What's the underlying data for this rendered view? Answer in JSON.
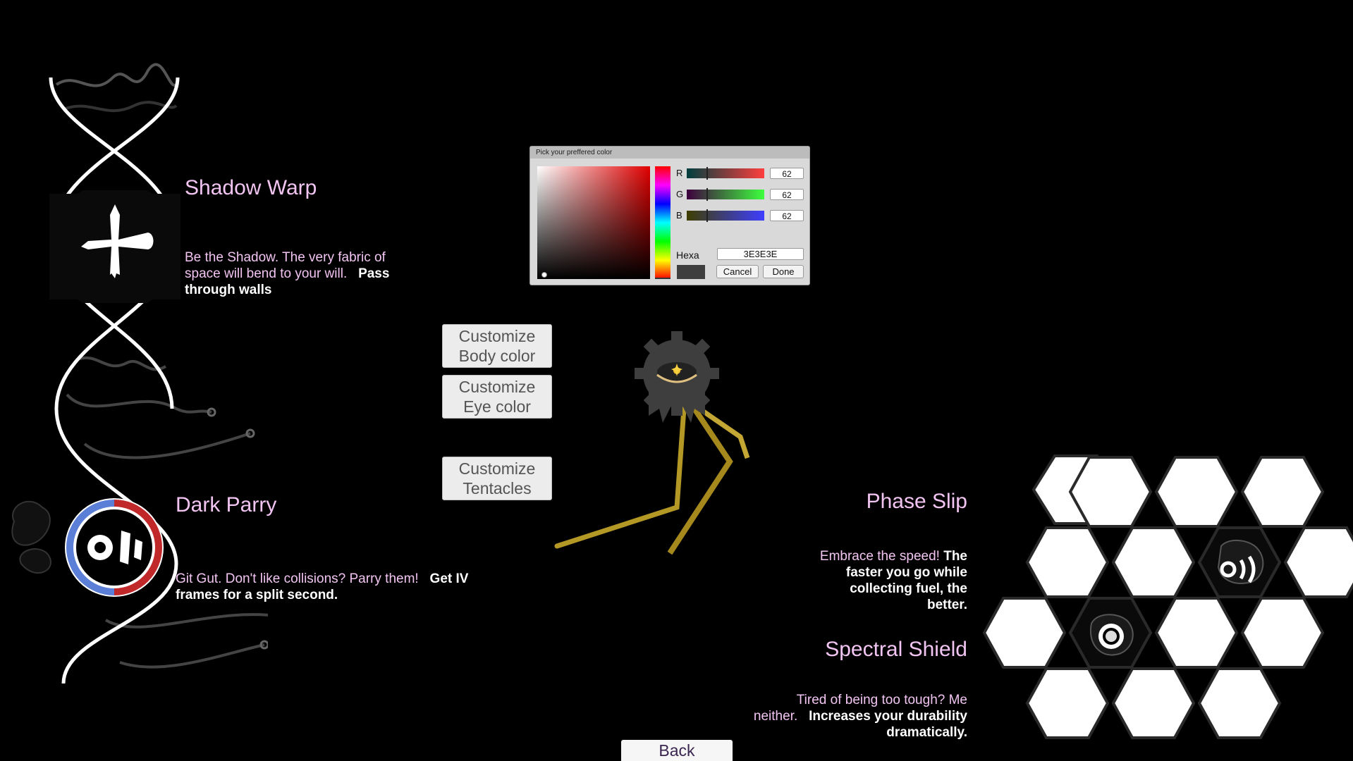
{
  "picker": {
    "title": "Pick your preffered color",
    "channels": [
      {
        "label": "R",
        "value": "62"
      },
      {
        "label": "G",
        "value": "62"
      },
      {
        "label": "B",
        "value": "62"
      }
    ],
    "hexa_label": "Hexa",
    "hexa_value": "3E3E3E",
    "cancel_label": "Cancel",
    "done_label": "Done",
    "selected_color": "#3e3e3e"
  },
  "customize": {
    "body": [
      "Customize",
      "Body color"
    ],
    "eye": [
      "Customize",
      "Eye color"
    ],
    "tentacles": [
      "Customize",
      "Tentacles"
    ]
  },
  "skills": {
    "shadow_warp": {
      "title": "Shadow Warp",
      "desc": "Be the Shadow. The very fabric of space will bend to your will.",
      "bold": "Pass through walls"
    },
    "dark_parry": {
      "title": "Dark Parry",
      "desc": "Git Gut. Don't like collisions? Parry them!",
      "bold": "Get IV frames for a split second."
    },
    "phase_slip": {
      "title": "Phase Slip",
      "desc": "Embrace the speed!",
      "bold": "The faster you go while collecting fuel, the better."
    },
    "spectral_shield": {
      "title": "Spectral Shield",
      "desc": "Tired of being too tough? Me neither.",
      "bold": "Increases your durability dramatically."
    }
  },
  "back_label": "Back",
  "colors": {
    "text_pink": "#f2c4f2",
    "tentacle_gold": "#c8a82a",
    "shield_blue": "#5b7fd6",
    "shield_red": "#c0282a"
  }
}
